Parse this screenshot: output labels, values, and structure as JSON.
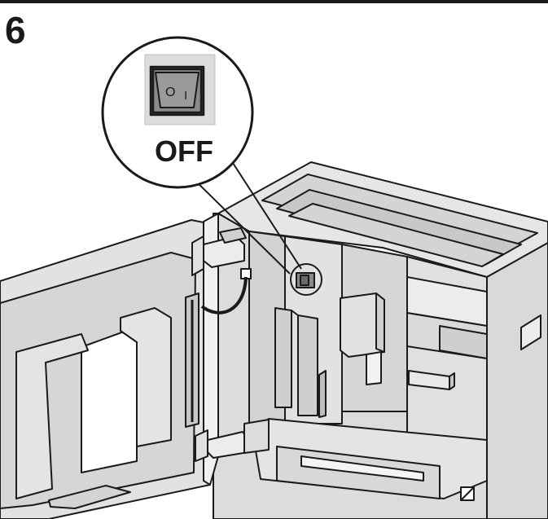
{
  "step": {
    "number": "6"
  },
  "callout": {
    "label": "OFF",
    "switch_left_mark": "O",
    "switch_right_mark": "I"
  },
  "colors": {
    "ink": "#1a1a1a",
    "panel": "#dcdcdc",
    "panel_light": "#ececec",
    "panel_dark": "#bdbdbd",
    "cable": "#1a1a1a"
  },
  "icons": {
    "switch": "rocker-switch-icon",
    "callout": "magnifier-callout-icon"
  }
}
